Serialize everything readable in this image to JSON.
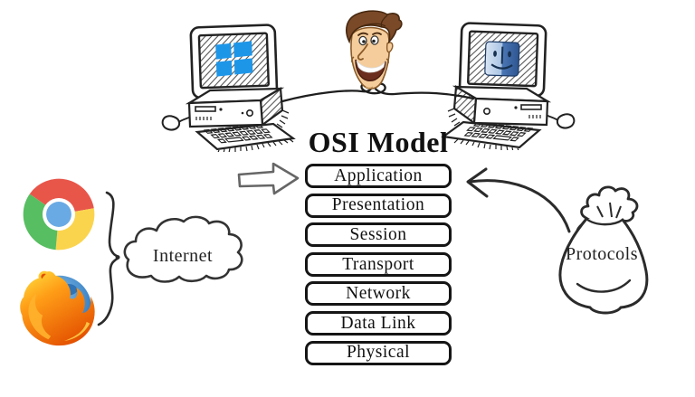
{
  "diagram": {
    "title": "OSI Model",
    "layers": [
      "Application",
      "Presentation",
      "Session",
      "Transport",
      "Network",
      "Data Link",
      "Physical"
    ],
    "internet": {
      "label": "Internet"
    },
    "protocols": {
      "label": "Protocols"
    },
    "computers": {
      "left": "windows-desktop-pc",
      "right": "mac-desktop-pc"
    },
    "browsers": [
      "chrome",
      "firefox"
    ],
    "colors": {
      "ink": "#222222",
      "windows_blue": "#1E96E8",
      "chrome_red": "#E8564A",
      "chrome_yellow": "#FBD44E",
      "chrome_green": "#57BE61",
      "chrome_blue": "#6AAAE4",
      "firefox_orange": "#FF9D17",
      "firefox_deep_orange": "#E34F00",
      "firefox_globe_blue": "#3D83C4",
      "finder_light_blue": "#C6D8EE",
      "finder_dark_blue": "#3A66A8",
      "hair_brown": "#7A4928",
      "skin_tan": "#F5CD9C"
    }
  }
}
